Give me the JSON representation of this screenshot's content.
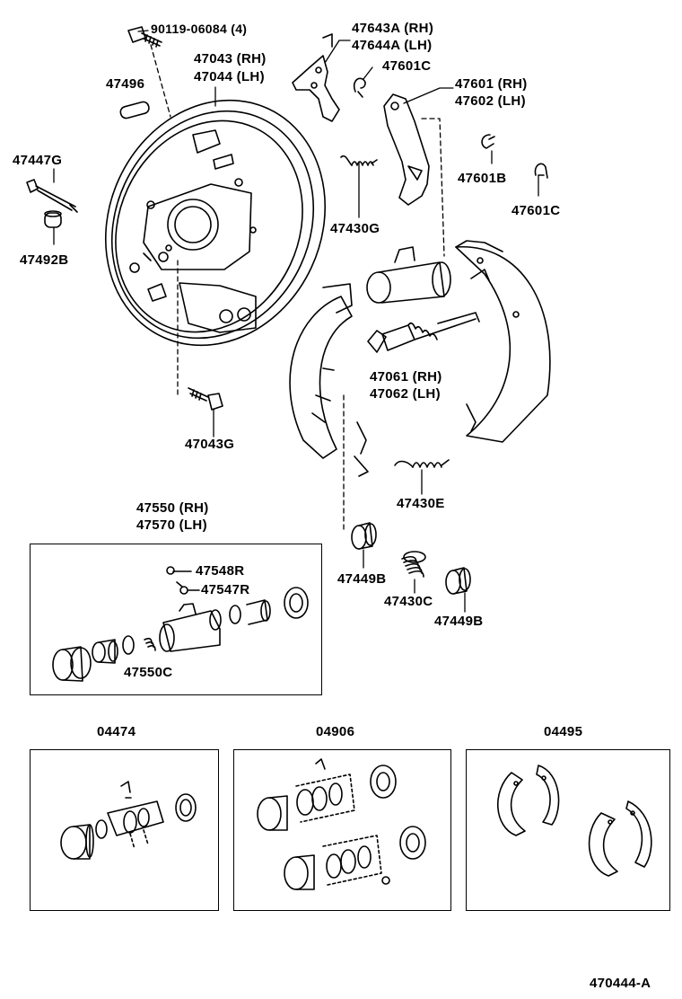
{
  "diagram_code": "470444-A",
  "labels": {
    "bolt_90119": "90119-06084 (4)",
    "plate_rh": "47043 (RH)",
    "plate_lh": "47044 (LH)",
    "plug": "47496",
    "strut_a": "47447G",
    "boot_b": "47492B",
    "bolt_47043g": "47043G",
    "lever_rh": "47643A (RH)",
    "lever_lh": "47644A (LH)",
    "clip_c": "47601C",
    "adj_lever_rh": "47601 (RH)",
    "adj_lever_lh": "47602 (LH)",
    "clip_b": "47601B",
    "clip_c2": "47601C",
    "spring_g": "47430G",
    "adjuster_rh": "47061 (RH)",
    "adjuster_lh": "47062 (LH)",
    "spring_e": "47430E",
    "cyl_rh": "47550 (RH)",
    "cyl_lh": "47570 (LH)",
    "bleeder_cap": "47548R",
    "bleeder_plug": "47547R",
    "spring_c_inner": "47550C",
    "cup_left": "47449B",
    "spring_c": "47430C",
    "cup_right": "47449B",
    "kit_a": "04474",
    "kit_b": "04906",
    "kit_c": "04495"
  }
}
